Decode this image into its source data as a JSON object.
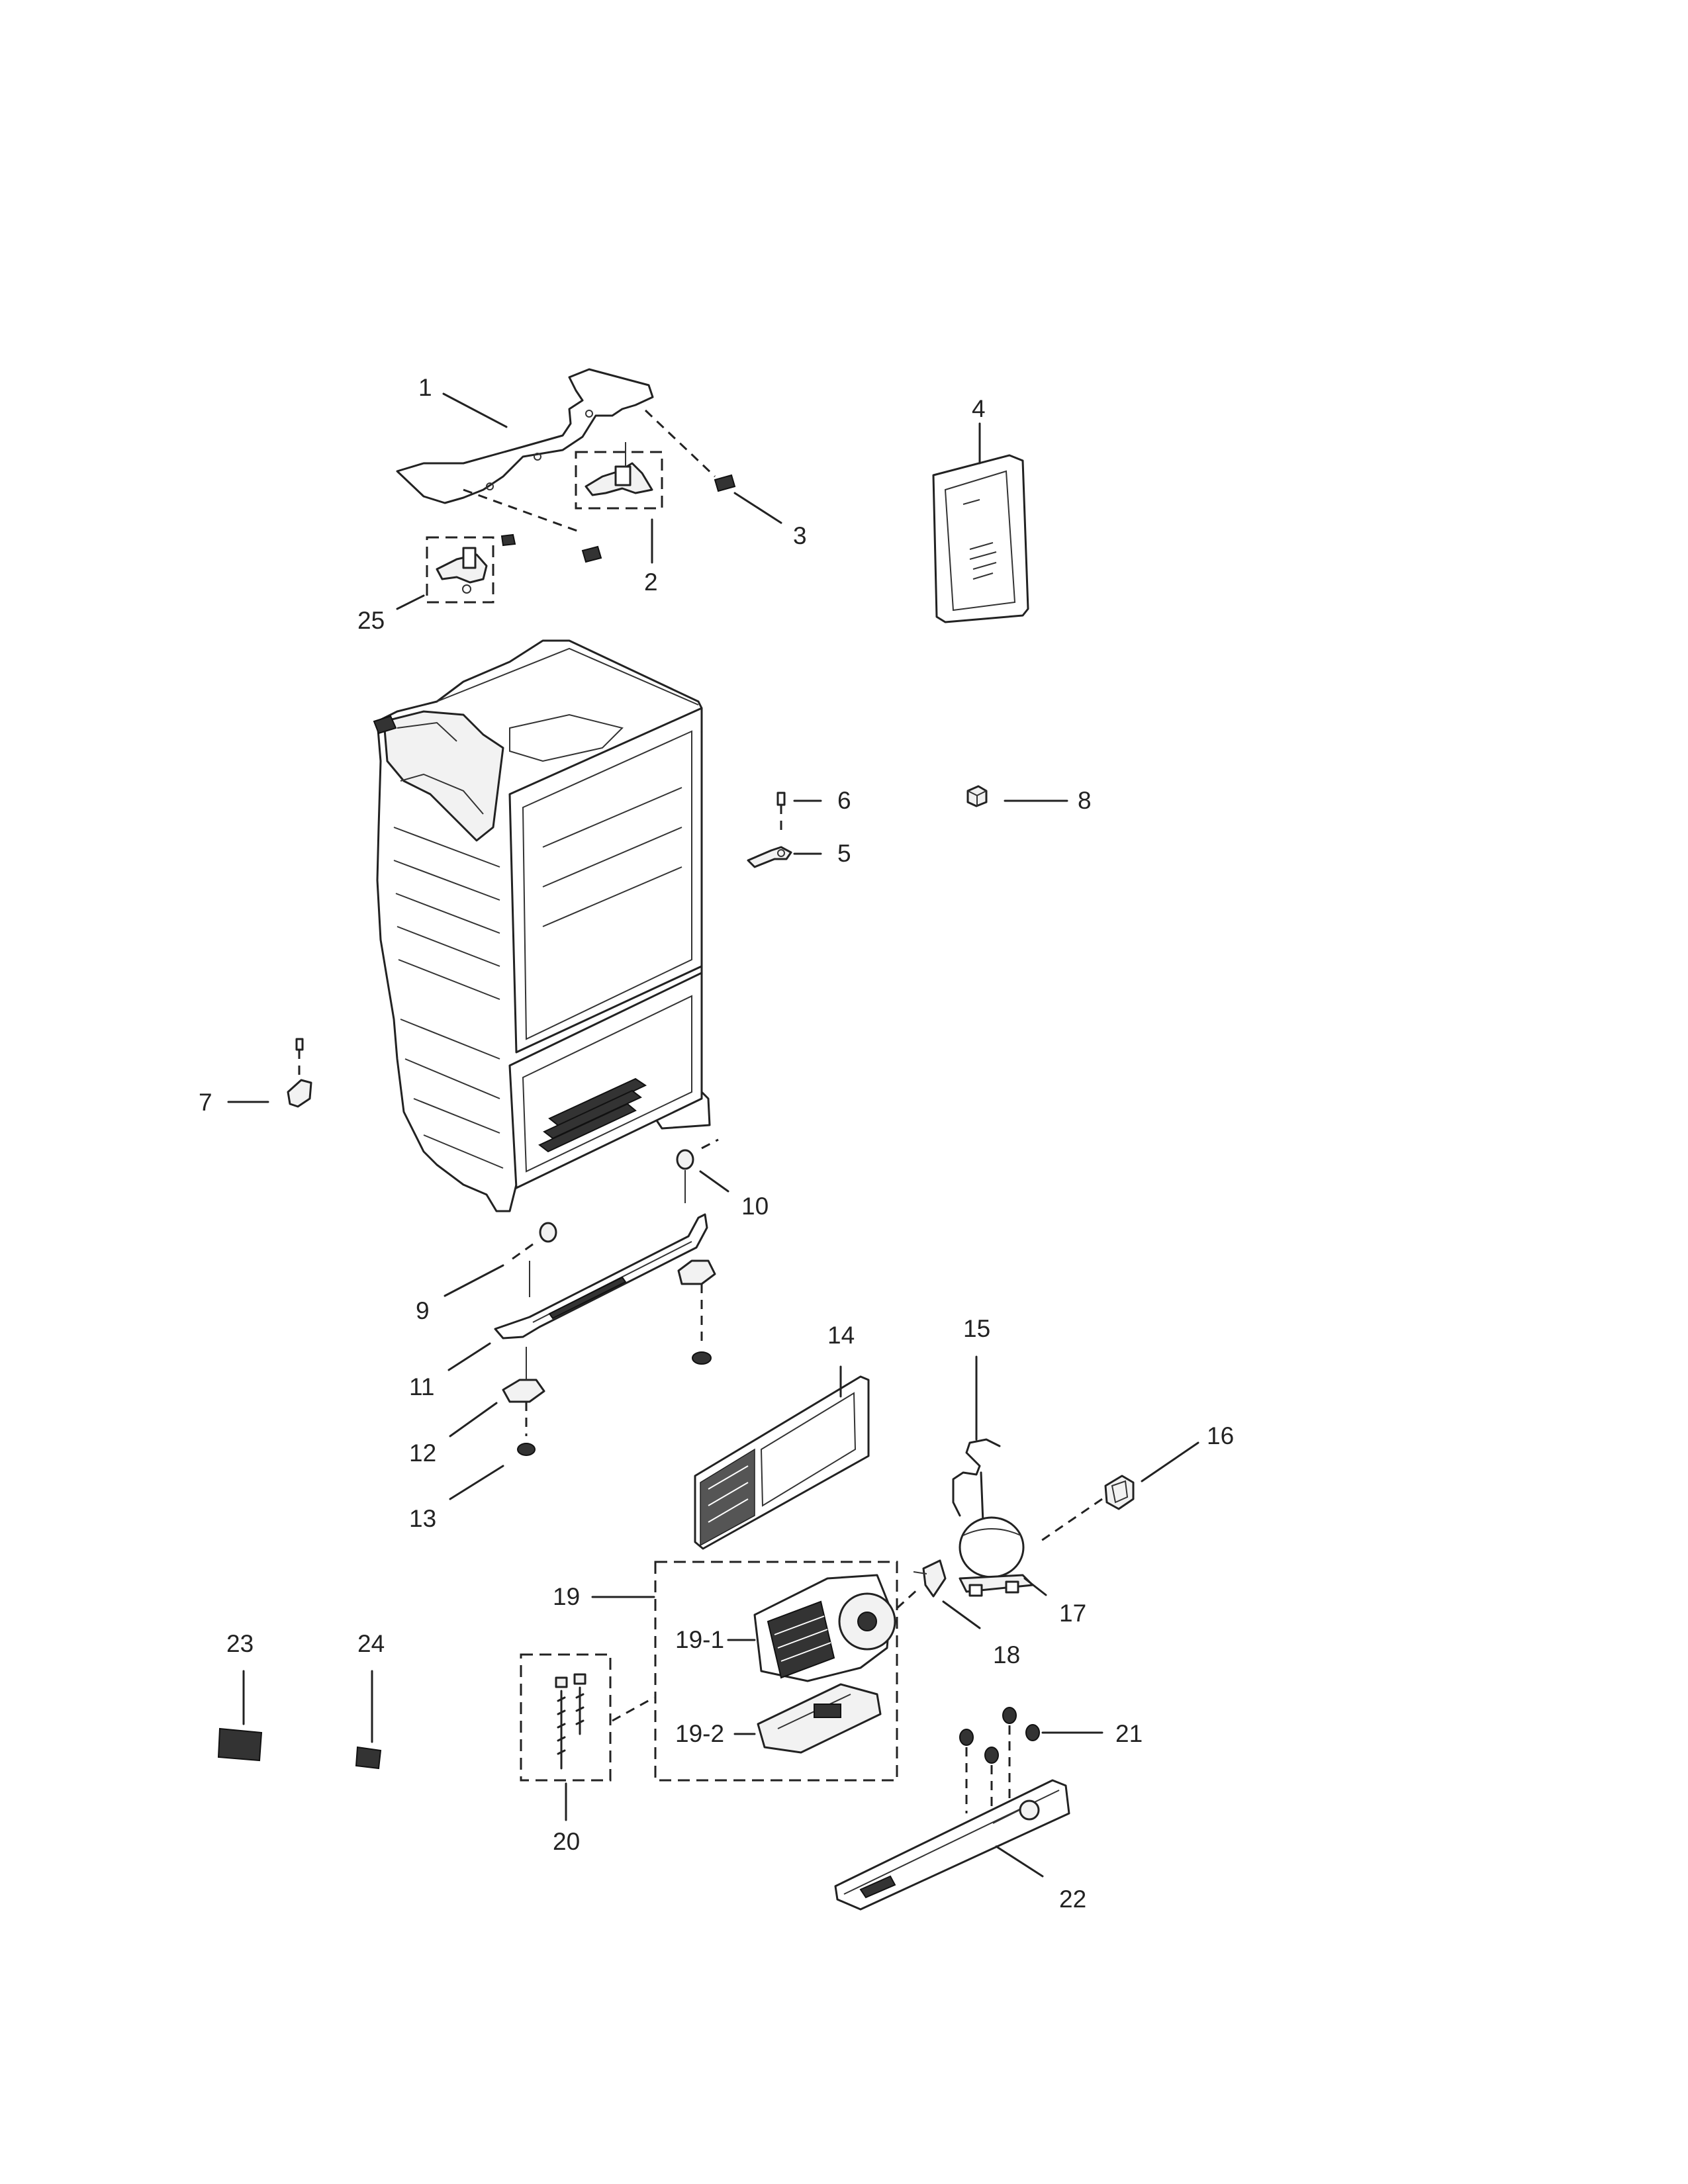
{
  "callouts": {
    "c1": "1",
    "c2": "2",
    "c3": "3",
    "c4": "4",
    "c5": "5",
    "c6": "6",
    "c7": "7",
    "c8": "8",
    "c9": "9",
    "c10": "10",
    "c11": "11",
    "c12": "12",
    "c13": "13",
    "c14": "14",
    "c15": "15",
    "c16": "16",
    "c17": "17",
    "c18": "18",
    "c19": "19",
    "c19_1": "19-1",
    "c19_2": "19-2",
    "c20": "20",
    "c21": "21",
    "c22": "22",
    "c23": "23",
    "c24": "24",
    "c25": "25"
  },
  "colors": {
    "line": "#222222",
    "paper": "#ffffff",
    "part_fill": "#f2f2f2"
  }
}
